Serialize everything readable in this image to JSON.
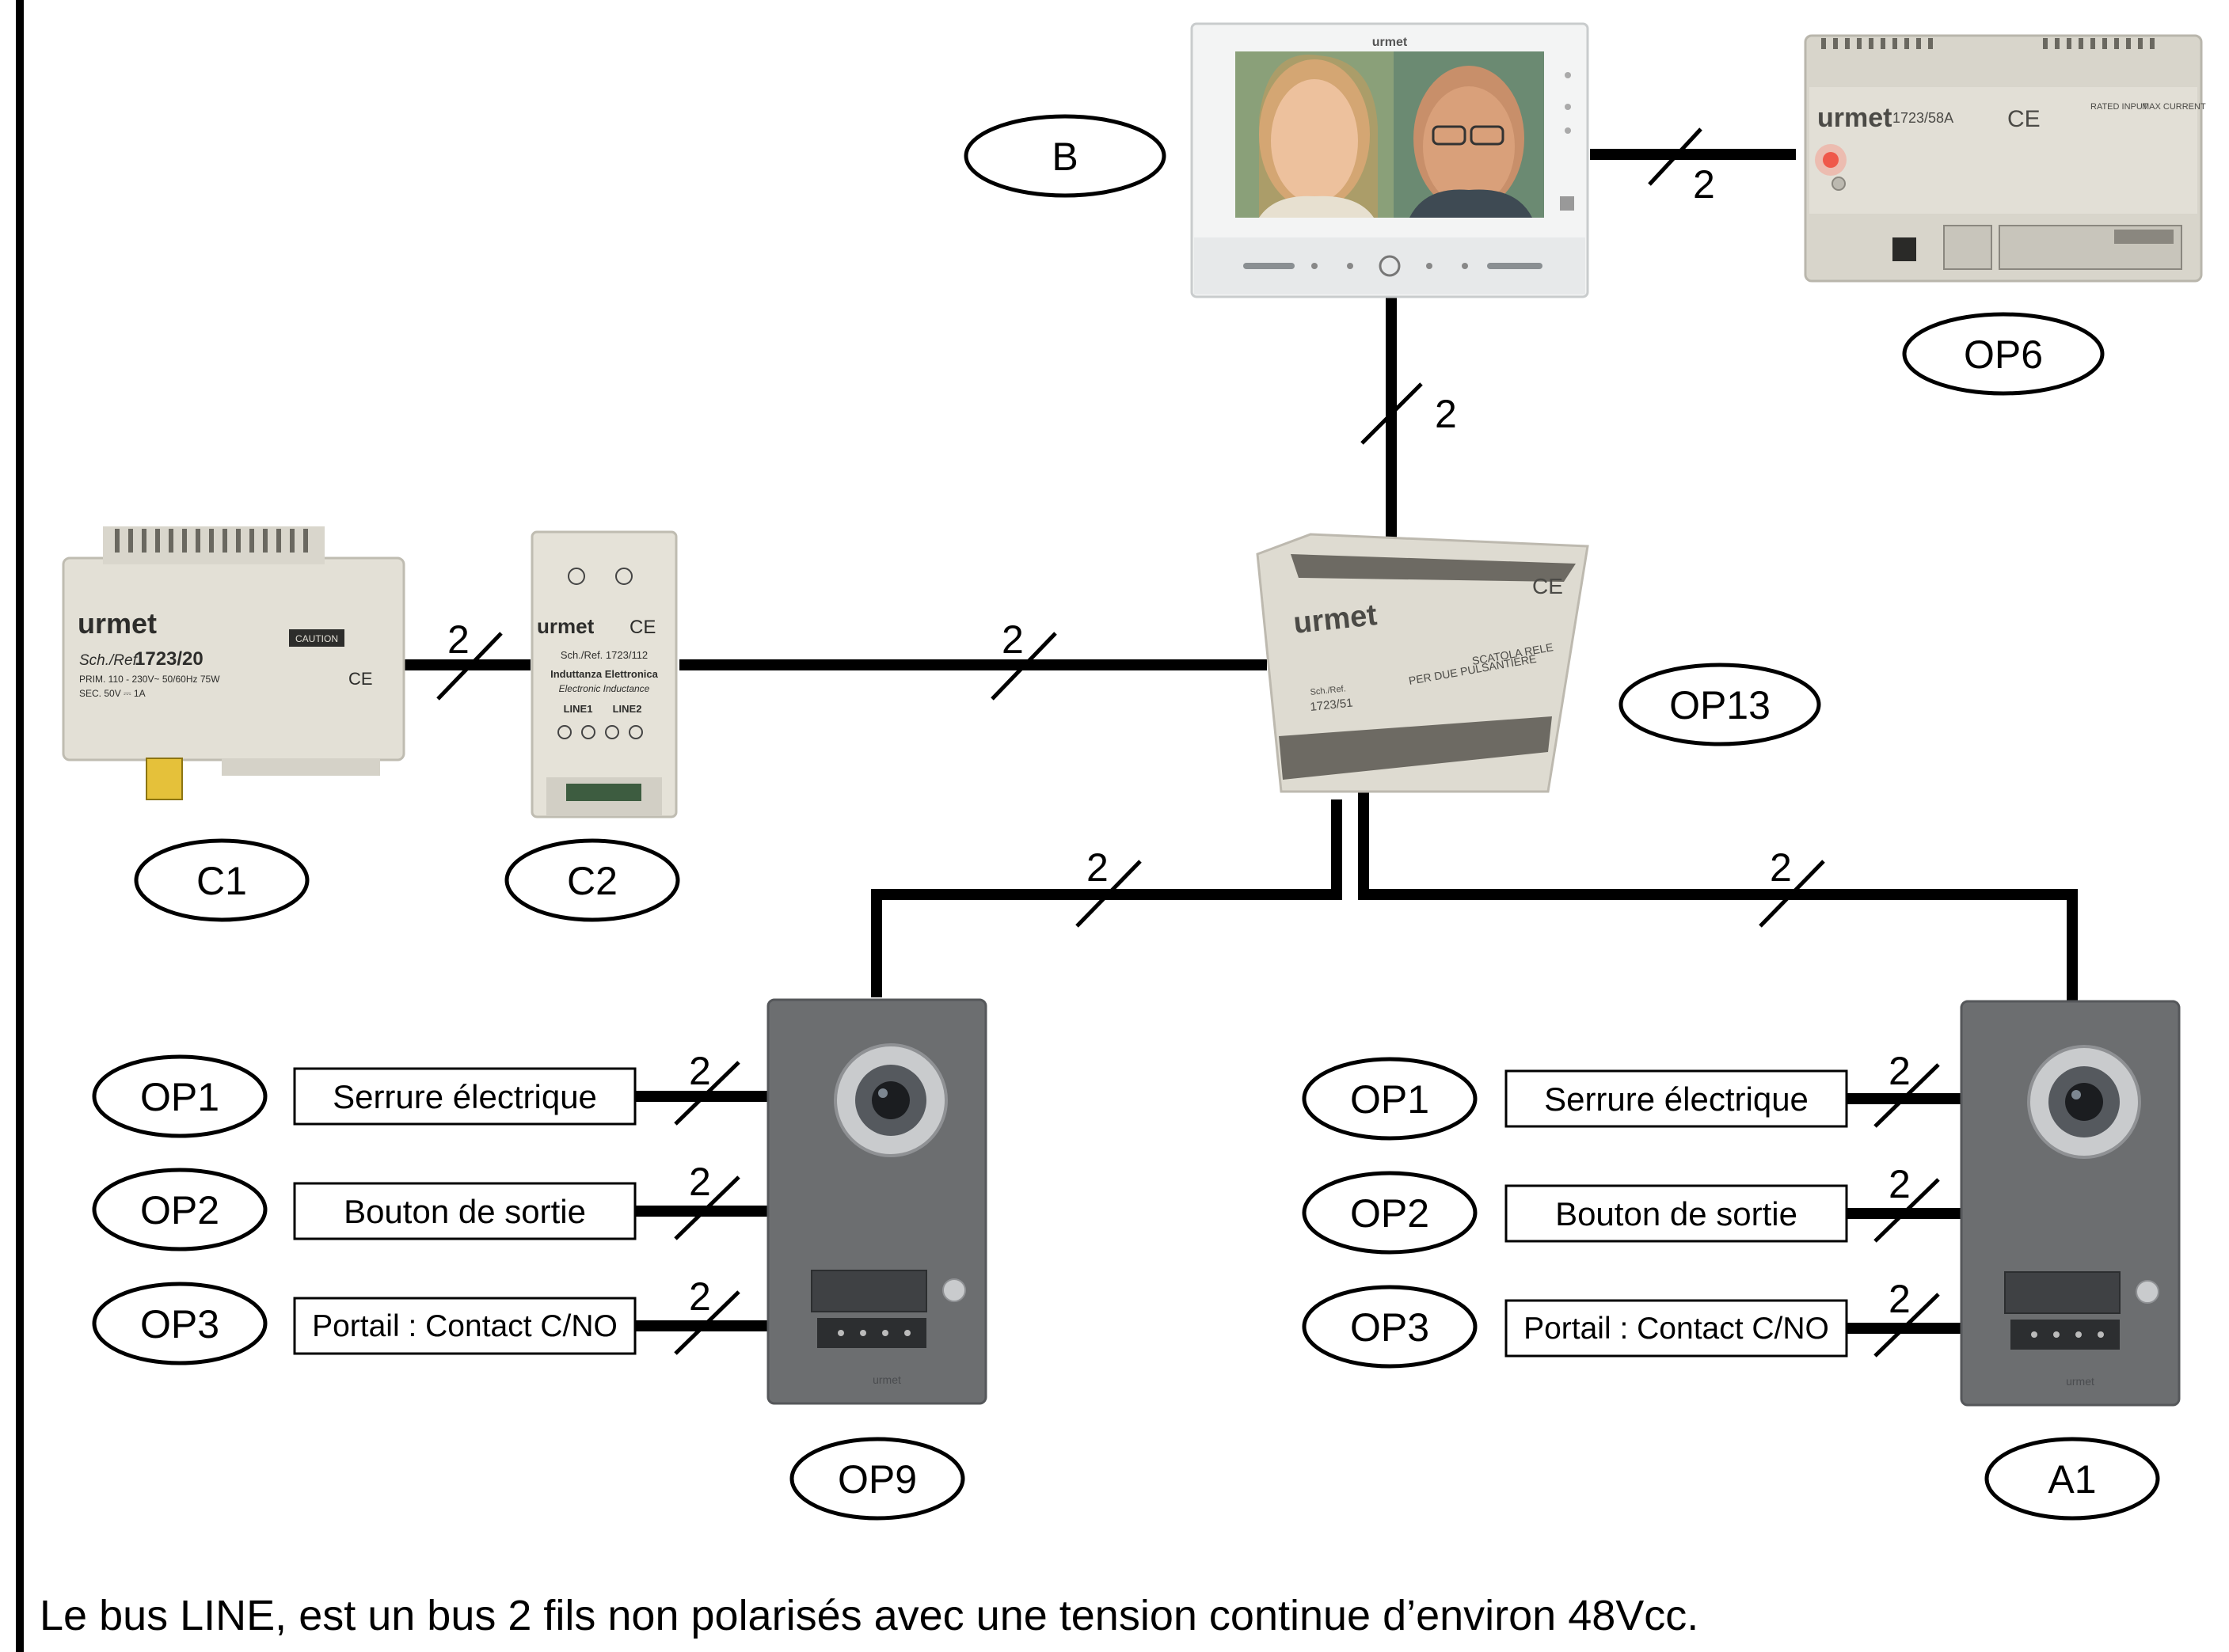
{
  "labels": {
    "b": "B",
    "op6": "OP6",
    "op13": "OP13",
    "c1": "C1",
    "c2": "C2",
    "op9": "OP9",
    "a1": "A1",
    "left_op1": "OP1",
    "left_op2": "OP2",
    "left_op3": "OP3",
    "right_op1": "OP1",
    "right_op2": "OP2",
    "right_op3": "OP3"
  },
  "wire_count": "2",
  "io_boxes": {
    "left_lock": "Serrure électrique",
    "left_exit": "Bouton de sortie",
    "left_gate": "Portail : Contact C/NO",
    "right_lock": "Serrure électrique",
    "right_exit": "Bouton de sortie",
    "right_gate": "Portail : Contact C/NO"
  },
  "devices": {
    "brand": "urmet",
    "monitor_brand": "urmet",
    "op6_ref": "1723/58A",
    "op6_rated_input": "RATED INPUT",
    "op6_max_current": "MAX CURRENT",
    "c1_ref_label": "Sch./Ref.",
    "c1_ref": "1723/20",
    "c1_prim": "PRIM. 110 - 230V~ 50/60Hz 75W",
    "c1_sec": "SEC. 50V ⎓ 1A",
    "c1_caution": "CAUTION",
    "c2_ref": "Sch./Ref. 1723/112",
    "c2_name_it": "Induttanza Elettronica",
    "c2_name_en": "Electronic Inductance",
    "c2_line1": "LINE1",
    "c2_line2": "LINE2",
    "op13_ref_label": "Sch./Ref.",
    "op13_ref": "1723/51",
    "op13_desc1": "SCATOLA RELE",
    "op13_desc2": "PER DUE PULSANTIERE",
    "ce": "CE"
  },
  "footer": "Le bus LINE, est un bus 2 fils non polarisés avec une tension continue d’environ 48Vcc."
}
